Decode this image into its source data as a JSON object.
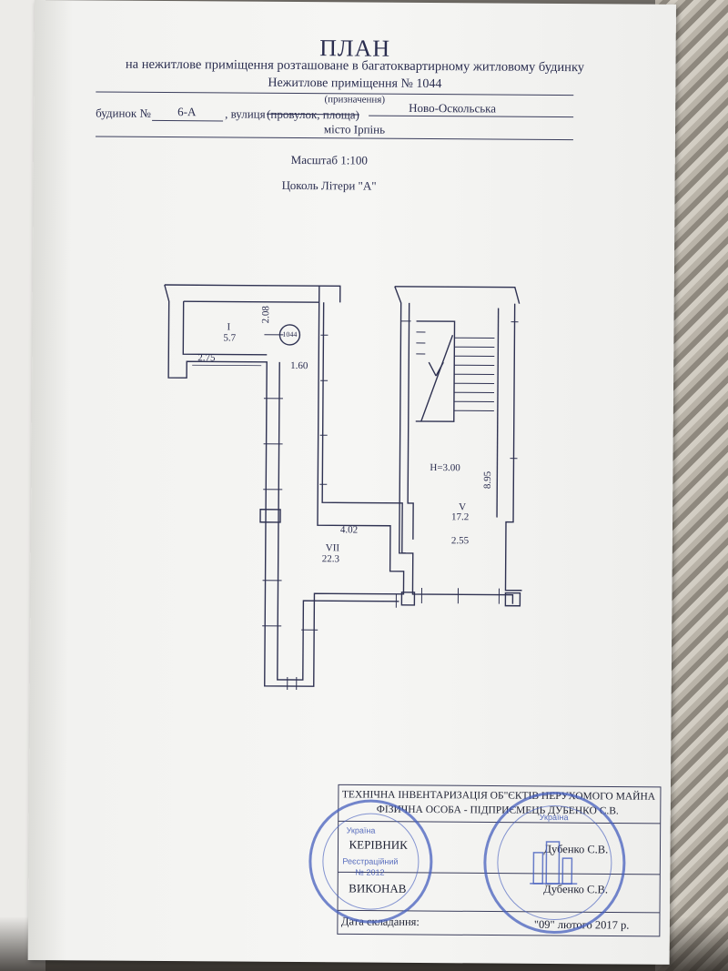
{
  "header": {
    "title": "ПЛАН",
    "subtitle": "на нежитлове приміщення розташоване в багатоквартирному житловому будинку",
    "premises": "Нежитлове приміщення № 1044",
    "purpose_caption": "(призначення)",
    "house_label": "будинок №",
    "house_number": "6-А",
    "street_label": ", вулиця",
    "street_struck": "(провулок, площа)",
    "street_name": "Ново-Оскольська",
    "city": "місто Ірпінь",
    "scale": "Масштаб 1:100",
    "floor": "Цоколь Літери \"А\""
  },
  "plan": {
    "rooms": [
      {
        "num": "I",
        "area": "5.7"
      },
      {
        "num": "VII",
        "area": "22.3"
      },
      {
        "num": "V",
        "area": "17.2"
      }
    ],
    "dimensions": {
      "d_208": "2.08",
      "d_275": "2.75",
      "d_160": "1.60",
      "d_402": "4.02",
      "d_895": "8.95",
      "d_255": "2.55",
      "height": "H=3.00"
    },
    "marker": "1044"
  },
  "stamp_block": {
    "org_line1": "ТЕХНІЧНА ІНВЕНТАРИЗАЦІЯ ОБ\"ЄКТІВ НЕРУХОМОГО МАЙНА",
    "org_line2": "ФІЗИЧНА ОСОБА - ПІДПРИЄМЕЦЬ ДУБЕНКО С.В.",
    "head_label": "КЕРІВНИК",
    "head_name": "Дубенко С.В.",
    "exec_label": "ВИКОНАВ",
    "exec_name": "Дубенко С.В.",
    "date_label": "Дата складання:",
    "date_value": "\"09\" лютого 2017 р.",
    "seal_text": "Україна",
    "reg_text": "Реєстраційний",
    "reg_no": "№ 2012"
  },
  "colors": {
    "ink": "#2a2d4f",
    "stamp_blue": "#465fbe"
  }
}
